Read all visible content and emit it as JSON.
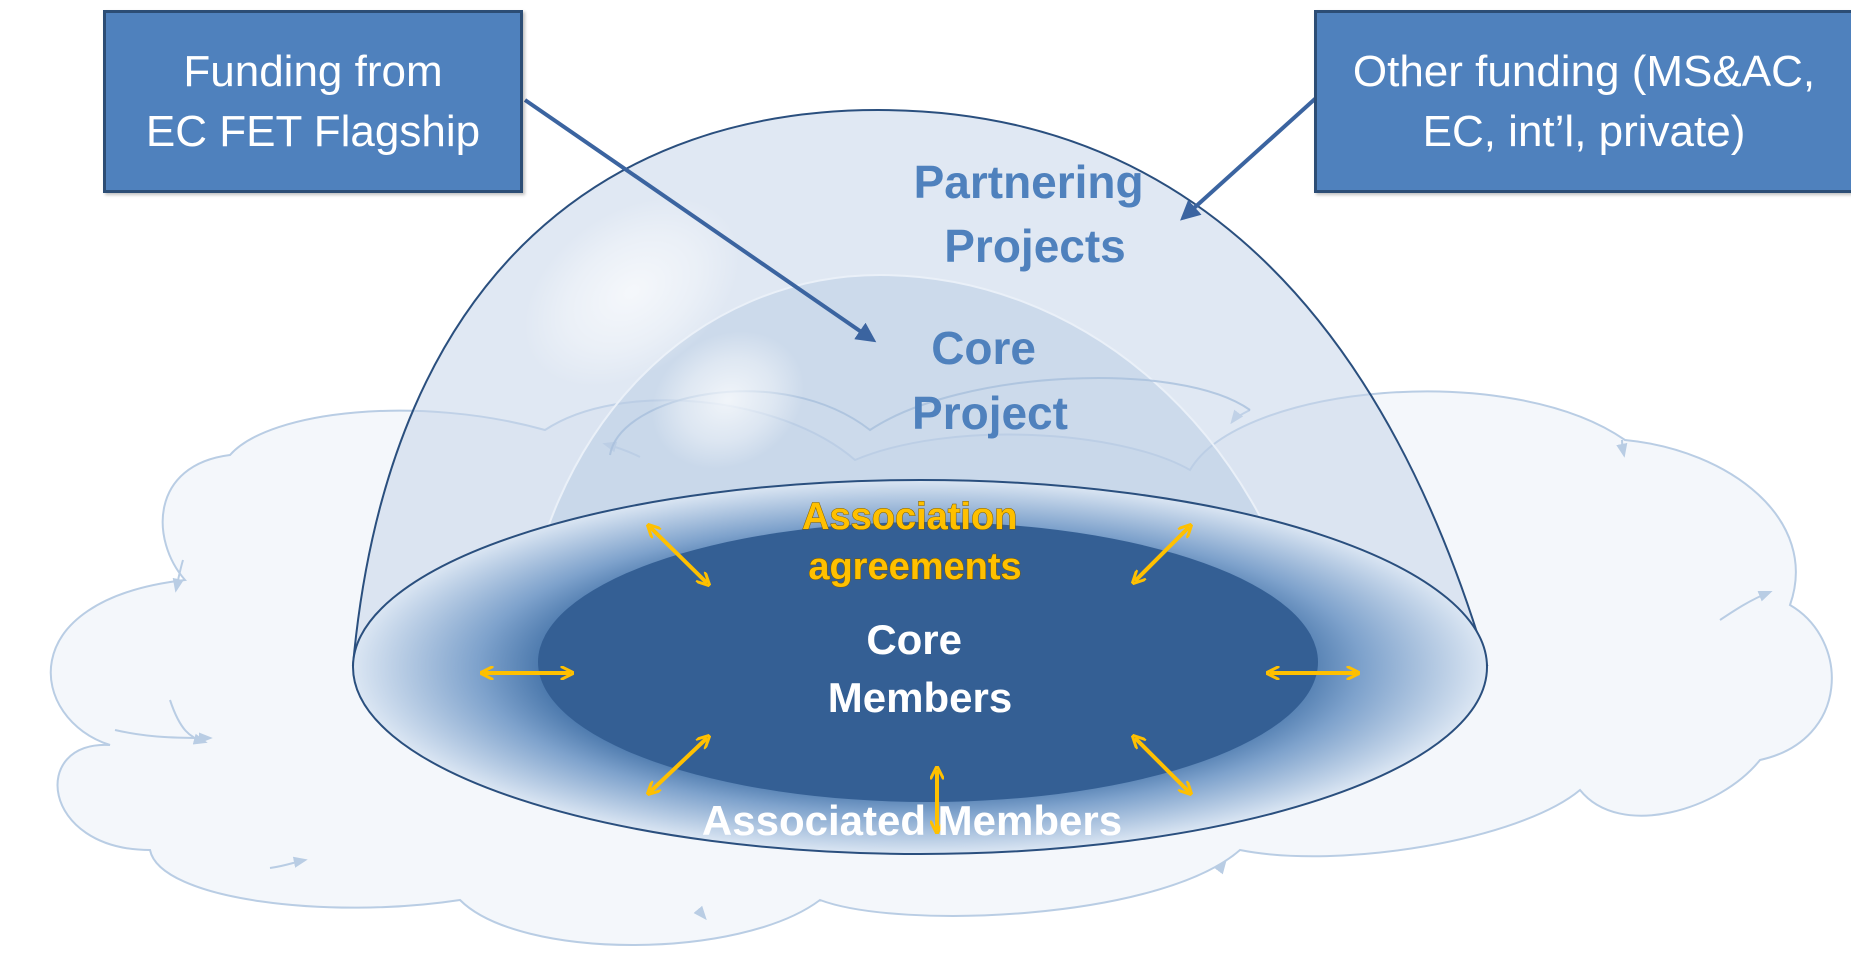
{
  "funding_flagship": {
    "line1": "Funding from",
    "line2": "EC FET Flagship"
  },
  "funding_other": {
    "line1": "Other funding (MS&AC,",
    "line2": "EC, int’l, private)"
  },
  "partnering_projects": {
    "line1": "Partnering",
    "line2": "Projects"
  },
  "core_project": {
    "line1": "Core",
    "line2": "Project"
  },
  "association_agreements": {
    "line1": "Association",
    "line2": "agreements"
  },
  "core_members": {
    "line1": "Core",
    "line2": "Members"
  },
  "associated_members": "Associated Members",
  "colors": {
    "box_fill": "#4f81bd",
    "box_border": "#2c4d75",
    "label_blue": "#4f81bd",
    "agreement_orange": "#ffc000",
    "core_disc": "#345f94",
    "cloud_stroke": "#b9cde4",
    "connector": "#3b64a0"
  }
}
